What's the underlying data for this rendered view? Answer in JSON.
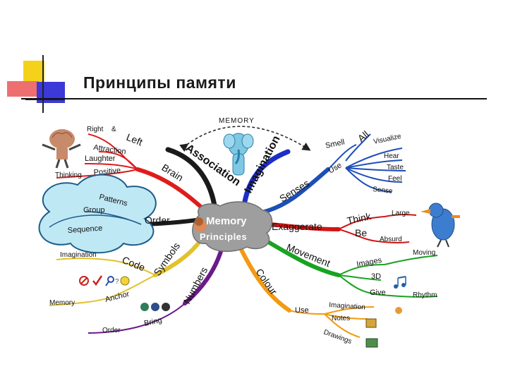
{
  "slide": {
    "title": "Принципы памяти"
  },
  "colors": {
    "accent_yellow": "#F5D21A",
    "accent_red": "#E8474A",
    "accent_blue": "#2A2BD6",
    "brain_red": "#E01B1B",
    "senses_blue": "#1C4FB8",
    "exaggerate_red": "#D11616",
    "movement_green": "#19A321",
    "colour_orange": "#F29A12",
    "numbers_purple": "#6B1A8A",
    "symbols_gold": "#E2C12B",
    "cloud_fill": "#BFE8F5"
  },
  "mindmap": {
    "center": {
      "line1": "Memory",
      "line2": "Principles"
    },
    "memory_label": "MEMORY",
    "association": "Association",
    "imagination": "Imagination",
    "brain": {
      "label": "Brain",
      "items": [
        "Right",
        "&",
        "Left",
        "Attraction",
        "Laughter",
        "Positive",
        "Thinking"
      ]
    },
    "senses": {
      "label": "Senses",
      "smell": "Smell",
      "all": "All",
      "use": "Use",
      "items": [
        "Visualize",
        "Hear",
        "Taste",
        "Feel",
        "Sense"
      ]
    },
    "order": {
      "label": "Order",
      "items": [
        "Patterns",
        "Group",
        "Sequence"
      ]
    },
    "exaggerate": {
      "label": "Exaggerate",
      "think": "Think",
      "be": "Be",
      "large": "Large",
      "absurd": "Absurd"
    },
    "symbols": {
      "label": "Symbols",
      "code": "Code",
      "imagination": "Imagination",
      "anchor": "Anchor",
      "memory": "Memory"
    },
    "movement": {
      "label": "Movement",
      "images": "Images",
      "moving": "Moving",
      "threed": "3D",
      "give": "Give",
      "rhythm": "Rhythm"
    },
    "numbers": {
      "label": "Numbers",
      "bring": "Bring",
      "order": "Order"
    },
    "colour": {
      "label": "Colour",
      "use": "Use",
      "items": [
        "Imagination",
        "Notes",
        "Drawings"
      ]
    }
  }
}
